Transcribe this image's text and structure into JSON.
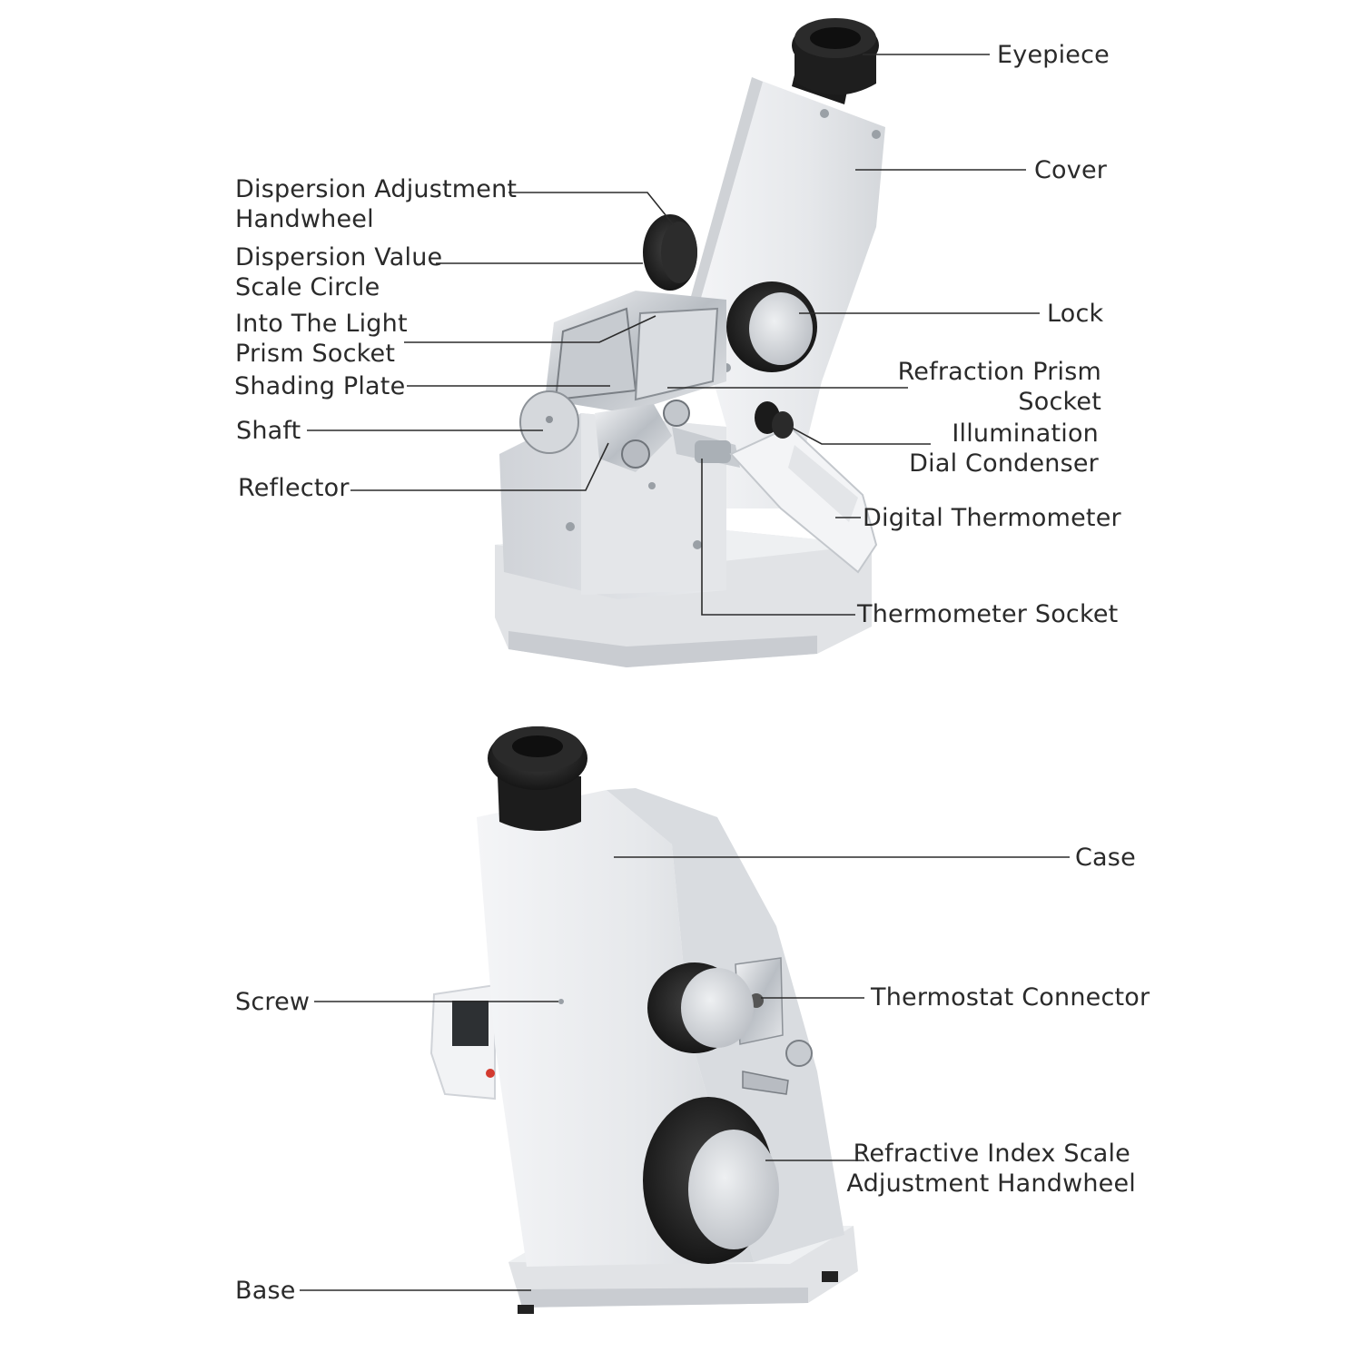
{
  "top_view": {
    "labels": {
      "eyepiece": "Eyepiece",
      "cover": "Cover",
      "dispersion_handwheel_1": "Dispersion Adjustment",
      "dispersion_handwheel_2": "Handwheel",
      "dispersion_scale_1": "Dispersion Value",
      "dispersion_scale_2": "Scale Circle",
      "light_prism_1": "Into The Light",
      "light_prism_2": "Prism Socket",
      "shading_plate": "Shading Plate",
      "shaft": "Shaft",
      "reflector": "Reflector",
      "lock": "Lock",
      "refraction_prism_1": "Refraction Prism",
      "refraction_prism_2": "Socket",
      "illumination_1": "Illumination",
      "illumination_2": "Dial Condenser",
      "digital_thermometer": "Digital Thermometer",
      "thermometer_socket": "Thermometer Socket"
    }
  },
  "bottom_view": {
    "labels": {
      "case": "Case",
      "screw": "Screw",
      "thermostat_connector": "Thermostat Connector",
      "refractive_handwheel_1": "Refractive Index Scale",
      "refractive_handwheel_2": "Adjustment Handwheel",
      "base": "Base"
    }
  },
  "colors": {
    "body": "#e9ebee",
    "knob": "#1d1d1d",
    "line": "#2b2b2b",
    "text": "#2a2a2a"
  }
}
